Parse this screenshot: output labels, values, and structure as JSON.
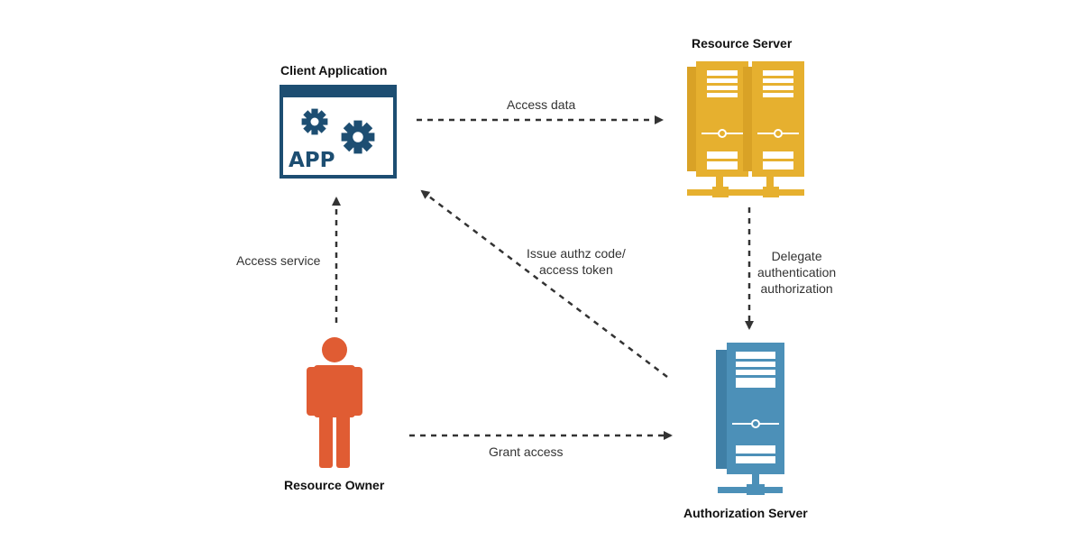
{
  "nodes": {
    "client_app": {
      "title": "Client Application",
      "icon": "app-window-icon",
      "icon_text": "APP"
    },
    "resource_server": {
      "title": "Resource Server",
      "icon": "server-rack-icon"
    },
    "authorization_server": {
      "title": "Authorization Server",
      "icon": "server-tower-icon"
    },
    "resource_owner": {
      "title": "Resource Owner",
      "icon": "person-icon"
    }
  },
  "edges": {
    "access_data": {
      "label": "Access data"
    },
    "access_service": {
      "label": "Access service"
    },
    "issue_authz": {
      "label_line1": "Issue authz code/",
      "label_line2": "access token"
    },
    "delegate": {
      "label_line1": "Delegate",
      "label_line2": "authentication",
      "label_line3": "authorization"
    },
    "grant_access": {
      "label": "Grant access"
    }
  },
  "colors": {
    "app_blue": "#1d4e72",
    "server_gold": "#e6b02f",
    "auth_server_blue": "#4c90b8",
    "person_orange": "#e05c33",
    "arrow": "#333333"
  }
}
